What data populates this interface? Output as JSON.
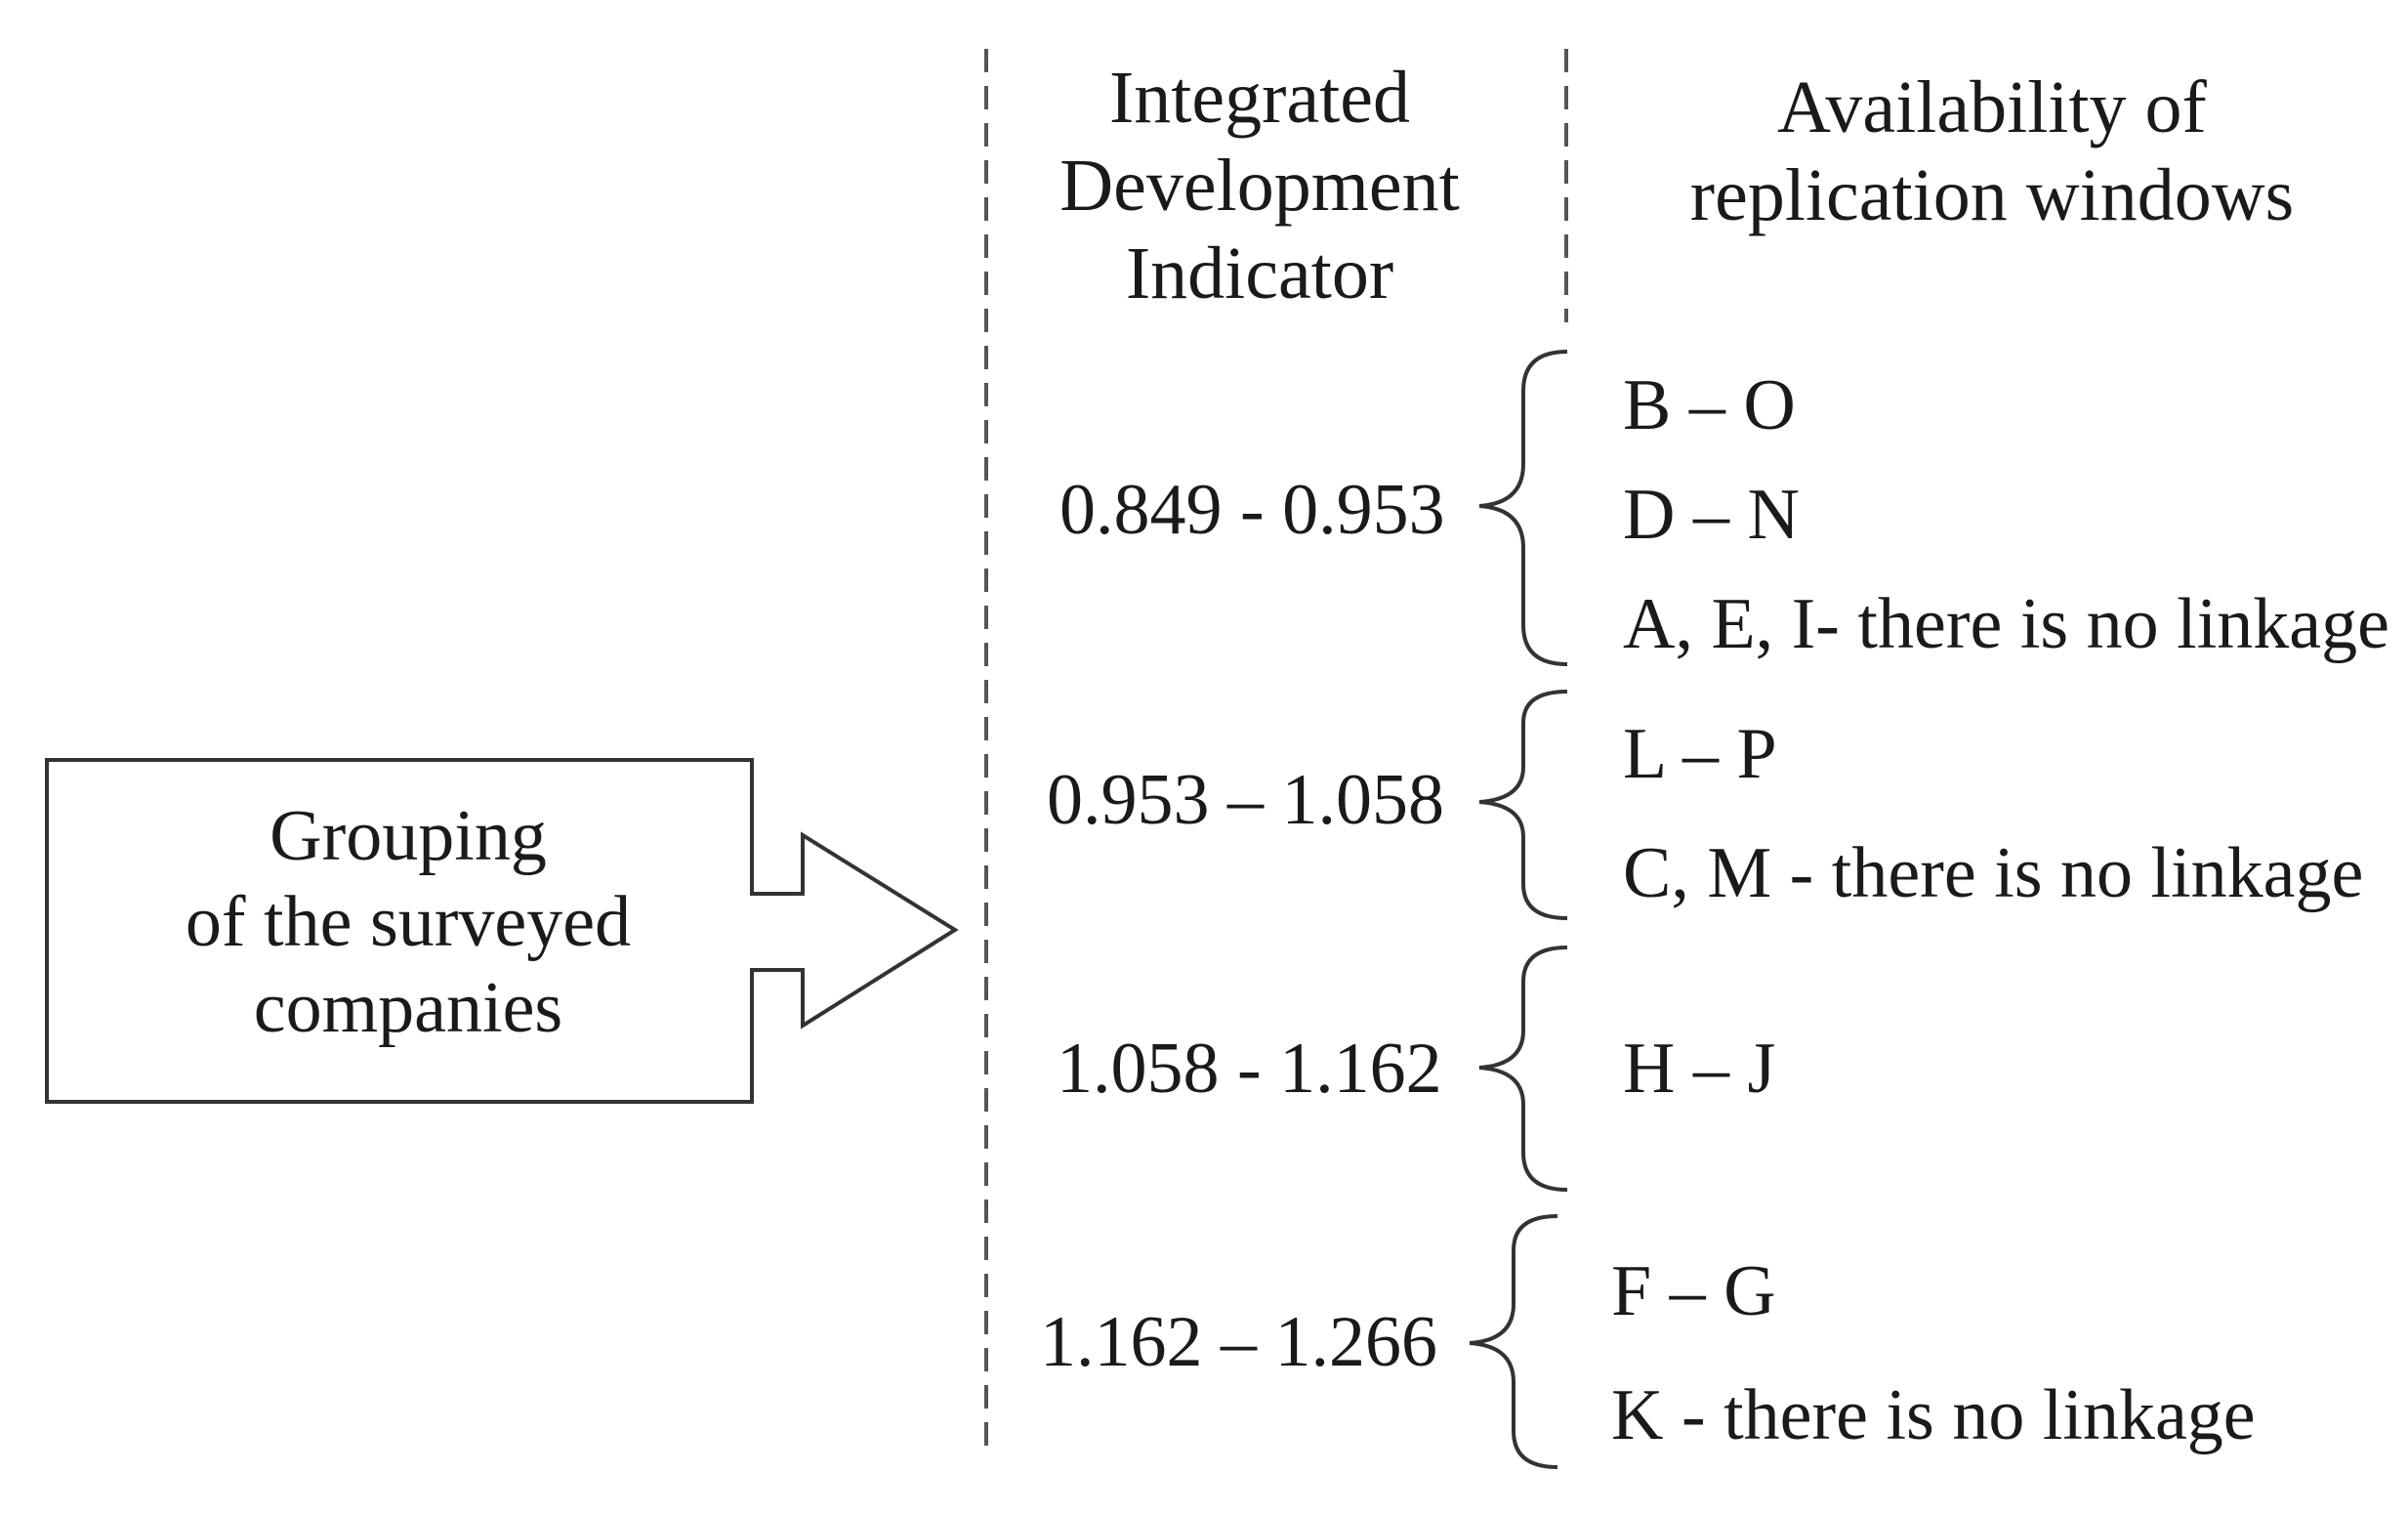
{
  "box": {
    "lines": [
      "Grouping",
      "of the surveyed",
      "companies"
    ]
  },
  "headers": {
    "indicator": [
      "Integrated",
      "Development",
      "Indicator"
    ],
    "replication": [
      "Availability of",
      "replication windows"
    ]
  },
  "groups": [
    {
      "range": "0.849 - 0.953",
      "items": [
        "B – O",
        "D – N",
        "A, E, I- there is no linkage"
      ]
    },
    {
      "range": "0.953 – 1.058",
      "items": [
        "L – P",
        "C, M - there is no linkage"
      ]
    },
    {
      "range": "1.058 - 1.162",
      "items": [
        "H – J"
      ]
    },
    {
      "range": "1.162 – 1.266",
      "items": [
        "F – G",
        "K - there is no linkage"
      ]
    }
  ],
  "colors": {
    "stroke": "#333333",
    "text": "#1a1a1a",
    "background": "#ffffff"
  }
}
